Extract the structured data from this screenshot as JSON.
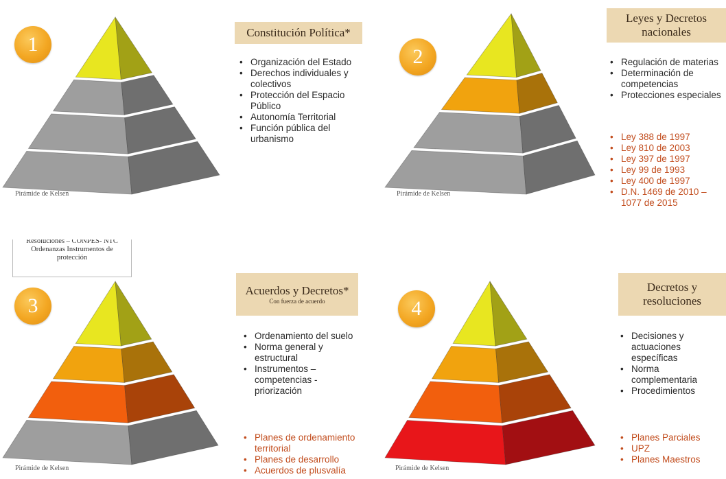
{
  "caption": "Pirámide de Kelsen",
  "colors": {
    "gray": "#9e9e9e",
    "yellow": "#e8e620",
    "orange": "#f1a30e",
    "red_orange": "#f25f0d",
    "red": "#e8161a",
    "title_bg": "#ecd8b2",
    "badge": "#f3a723",
    "red_text": "#c24d1e"
  },
  "panels": [
    {
      "number": "1",
      "title": "Constitución Política*",
      "subtitle": "",
      "levels": [
        "yellow",
        "gray",
        "gray",
        "gray"
      ],
      "bullets": [
        "Organización del Estado",
        "Derechos individuales y colectivos",
        "Protección del Espacio Público",
        "Autonomía Territorial",
        "Función pública del urbanismo"
      ],
      "red_bullets": []
    },
    {
      "number": "2",
      "title": "Leyes y Decretos nacionales",
      "subtitle": "",
      "levels": [
        "yellow",
        "orange",
        "gray",
        "gray"
      ],
      "bullets": [
        "Regulación de materias",
        "Determinación de competencias",
        "Protecciones especiales"
      ],
      "red_bullets": [
        "Ley 388 de 1997",
        "Ley 810 de 2003",
        "Ley 397 de 1997",
        "Ley 99 de 1993",
        "Ley 400 de 1997",
        "D.N. 1469 de 2010 – 1077 de 2015"
      ]
    },
    {
      "number": "3",
      "title": "Acuerdos y Decretos*",
      "subtitle": "Con fuerza de acuerdo",
      "note": "Resoluciones – CONPES- NTC Ordenanzas Instrumentos de protección",
      "levels": [
        "yellow",
        "orange",
        "red_orange",
        "gray"
      ],
      "bullets": [
        "Ordenamiento del suelo",
        "Norma general y estructural",
        "Instrumentos – competencias - priorización"
      ],
      "red_bullets": [
        "Planes de ordenamiento territorial",
        "Planes de desarrollo",
        "Acuerdos de plusvalía"
      ]
    },
    {
      "number": "4",
      "title": "Decretos y resoluciones",
      "subtitle": "",
      "levels": [
        "yellow",
        "orange",
        "red_orange",
        "red"
      ],
      "bullets": [
        "Decisiones y actuaciones específicas",
        "Norma complementaria",
        "Procedimientos"
      ],
      "red_bullets": [
        "Planes Parciales",
        "UPZ",
        "Planes Maestros"
      ]
    }
  ]
}
